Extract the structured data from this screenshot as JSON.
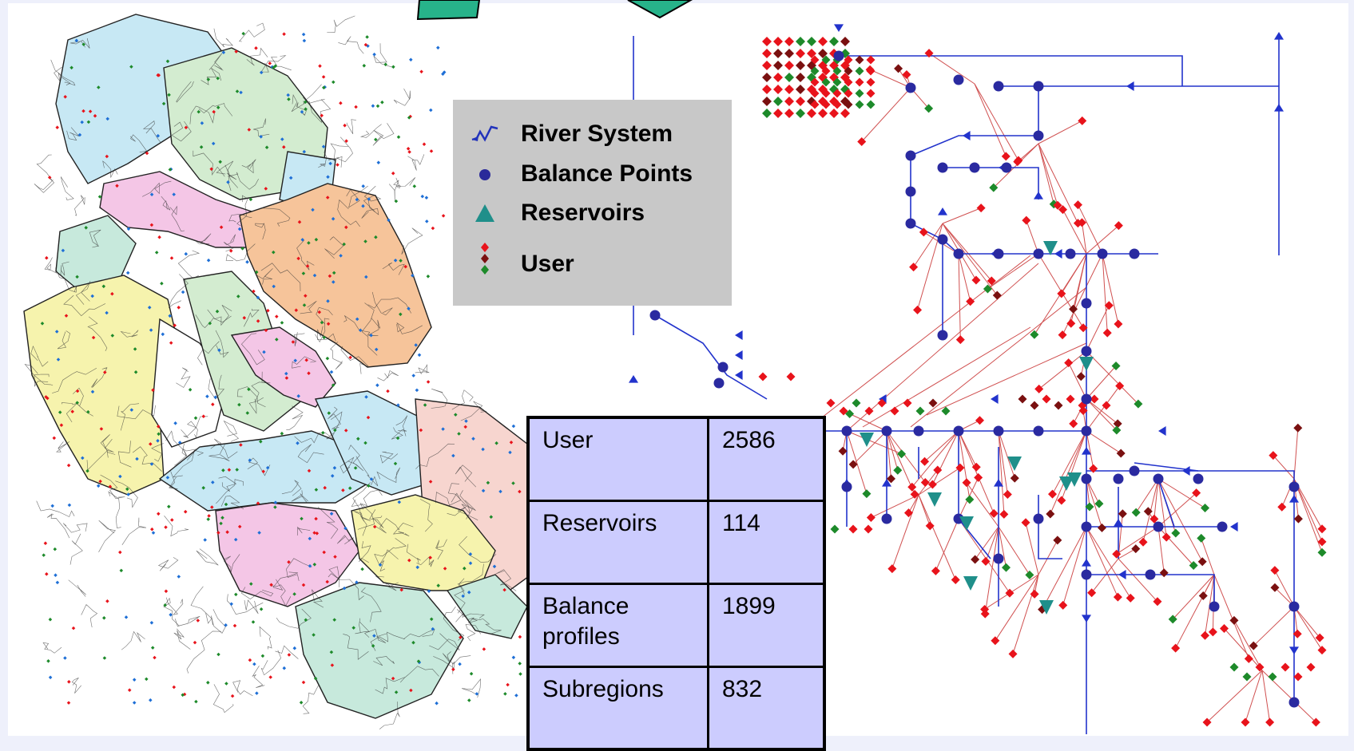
{
  "legend": {
    "items": [
      {
        "id": "river",
        "label": "River System",
        "icon": "river-line-icon",
        "color": "#2233bb"
      },
      {
        "id": "balance",
        "label": "Balance Points",
        "icon": "blue-dot-icon",
        "color": "#2a2a9a"
      },
      {
        "id": "reservoir",
        "label": "Reservoirs",
        "icon": "teal-triangle-icon",
        "color": "#1f8f8a"
      },
      {
        "id": "user",
        "label": "User",
        "icon": "user-diamonds-icon",
        "colors": [
          "#e8131b",
          "#7a1010",
          "#1d8a2a"
        ]
      }
    ]
  },
  "stats": {
    "rows": [
      {
        "name": "User",
        "value": "2586"
      },
      {
        "name": "Reservoirs",
        "value": "114"
      },
      {
        "name": "Balance profiles",
        "value": "1899"
      },
      {
        "name": "Subregions",
        "value": "832"
      }
    ]
  },
  "colors": {
    "river": "#2233cc",
    "balance_point": "#2a2aa0",
    "reservoir": "#1f8f8a",
    "user_red": "#e8131b",
    "user_darkred": "#7a1010",
    "user_green": "#1d8a2a",
    "link_red": "#d05050",
    "arrow_green": "#27b38a"
  },
  "map_regions": [
    {
      "color": "#c7e8f4"
    },
    {
      "color": "#d3ecd0"
    },
    {
      "color": "#f4c6e6"
    },
    {
      "color": "#f6c49a"
    },
    {
      "color": "#f6f3ad"
    },
    {
      "color": "#c7e9dc"
    },
    {
      "color": "#f7d5cf"
    },
    {
      "color": "#ffffff"
    }
  ]
}
